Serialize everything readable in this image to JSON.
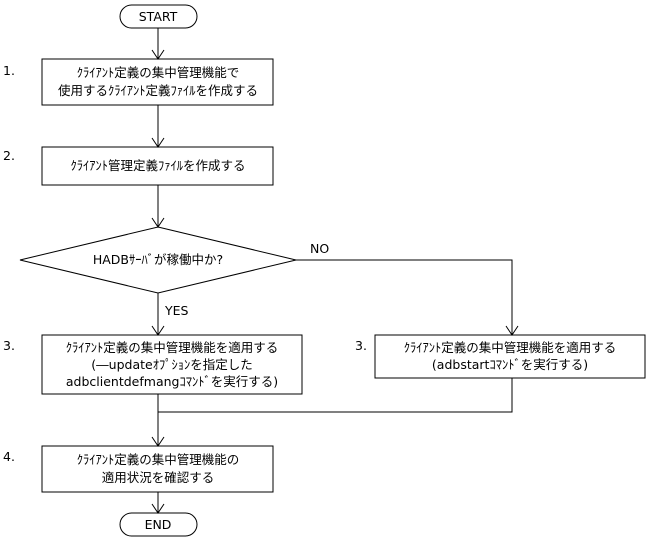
{
  "flowchart": {
    "start": "START",
    "end": "END",
    "step1": {
      "num": "1.",
      "line1": "ｸﾗｲｱﾝﾄ定義の集中管理機能で",
      "line2": "使用するｸﾗｲｱﾝﾄ定義ﾌｧｲﾙを作成する"
    },
    "step2": {
      "num": "2.",
      "line1": "ｸﾗｲｱﾝﾄ管理定義ﾌｧｲﾙを作成する"
    },
    "decision": {
      "text": "HADBｻｰﾊﾞが稼働中か?",
      "yes": "YES",
      "no": "NO"
    },
    "step3_yes": {
      "num": "3.",
      "line1": "ｸﾗｲｱﾝﾄ定義の集中管理機能を適用する",
      "line2": "(―updateｵﾌﾟｼｮﾝを指定した",
      "line3": "adbclientdefmangｺﾏﾝﾄﾞを実行する)"
    },
    "step3_no": {
      "num": "3.",
      "line1": "ｸﾗｲｱﾝﾄ定義の集中管理機能を適用する",
      "line2": "(adbstartｺﾏﾝﾄﾞを実行する)"
    },
    "step4": {
      "num": "4.",
      "line1": "ｸﾗｲｱﾝﾄ定義の集中管理機能の",
      "line2": "適用状況を確認する"
    }
  }
}
